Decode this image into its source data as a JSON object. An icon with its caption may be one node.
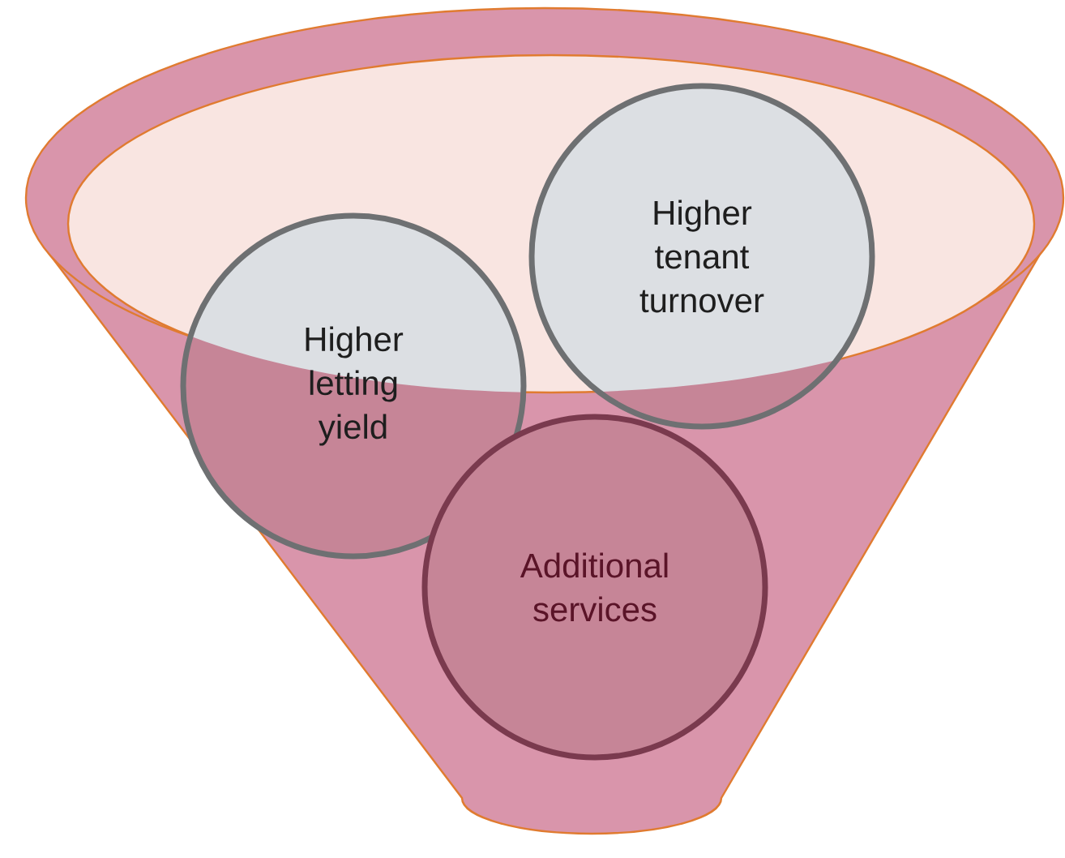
{
  "diagram": {
    "nodes": [
      {
        "text": [
          "Higher letting yield"
        ]
      },
      {
        "text": [
          "Higher tenant turnover"
        ]
      },
      {
        "text": [
          "Additional services"
        ]
      }
    ]
  }
}
